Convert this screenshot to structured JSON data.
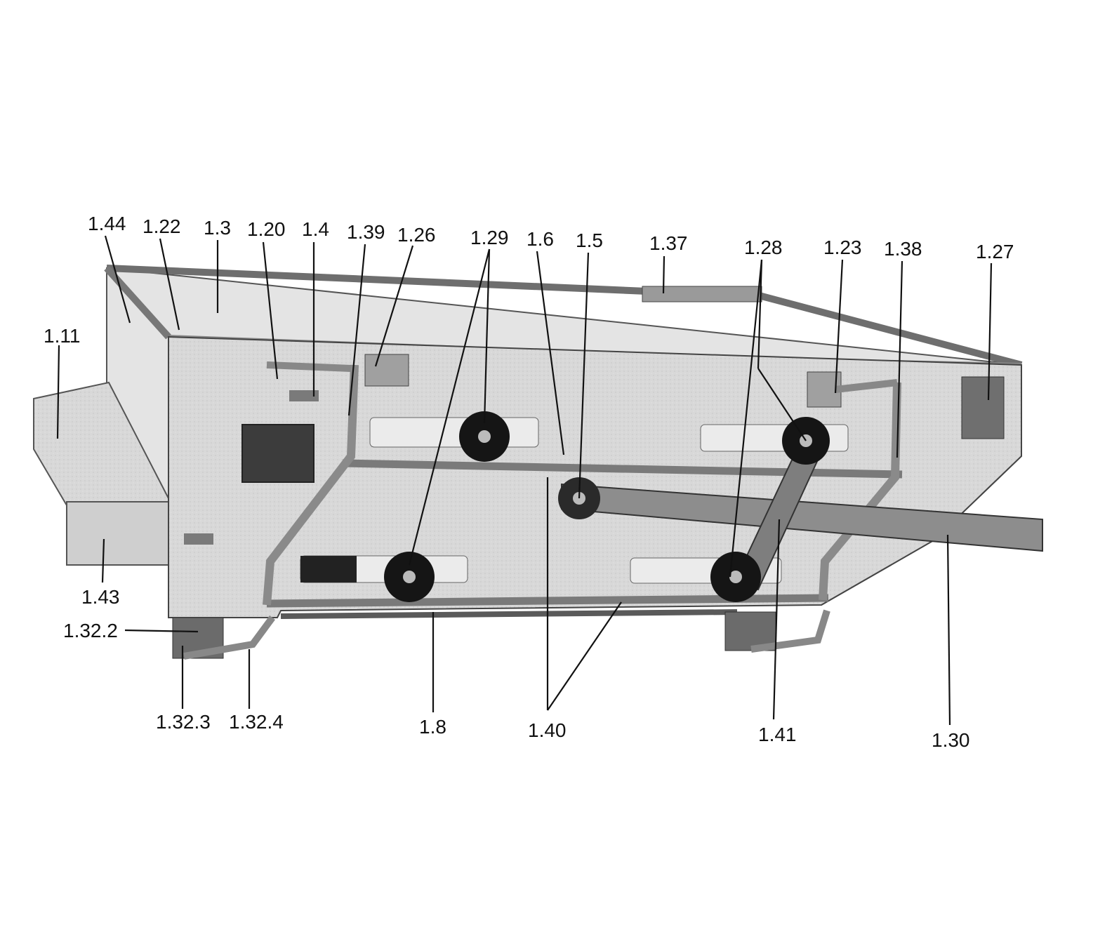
{
  "figure": {
    "labels": [
      {
        "id": "l-1-44",
        "text": "1.44"
      },
      {
        "id": "l-1-22",
        "text": "1.22"
      },
      {
        "id": "l-1-3",
        "text": "1.3"
      },
      {
        "id": "l-1-20",
        "text": "1.20"
      },
      {
        "id": "l-1-4",
        "text": "1.4"
      },
      {
        "id": "l-1-39",
        "text": "1.39"
      },
      {
        "id": "l-1-26",
        "text": "1.26"
      },
      {
        "id": "l-1-29",
        "text": "1.29"
      },
      {
        "id": "l-1-6",
        "text": "1.6"
      },
      {
        "id": "l-1-5",
        "text": "1.5"
      },
      {
        "id": "l-1-37",
        "text": "1.37"
      },
      {
        "id": "l-1-28",
        "text": "1.28"
      },
      {
        "id": "l-1-23",
        "text": "1.23"
      },
      {
        "id": "l-1-38",
        "text": "1.38"
      },
      {
        "id": "l-1-27",
        "text": "1.27"
      },
      {
        "id": "l-1-11",
        "text": "1.11"
      },
      {
        "id": "l-1-43",
        "text": "1.43"
      },
      {
        "id": "l-1-32-2",
        "text": "1.32.2"
      },
      {
        "id": "l-1-32-3",
        "text": "1.32.3"
      },
      {
        "id": "l-1-32-4",
        "text": "1.32.4"
      },
      {
        "id": "l-1-8",
        "text": "1.8"
      },
      {
        "id": "l-1-40",
        "text": "1.40"
      },
      {
        "id": "l-1-41",
        "text": "1.41"
      },
      {
        "id": "l-1-30",
        "text": "1.30"
      }
    ]
  },
  "colors": {
    "body": "#dadada",
    "body_dark": "#bdbdbd",
    "steel": "#8f8f8f",
    "wheel": "#141414",
    "ink": "#111111"
  }
}
